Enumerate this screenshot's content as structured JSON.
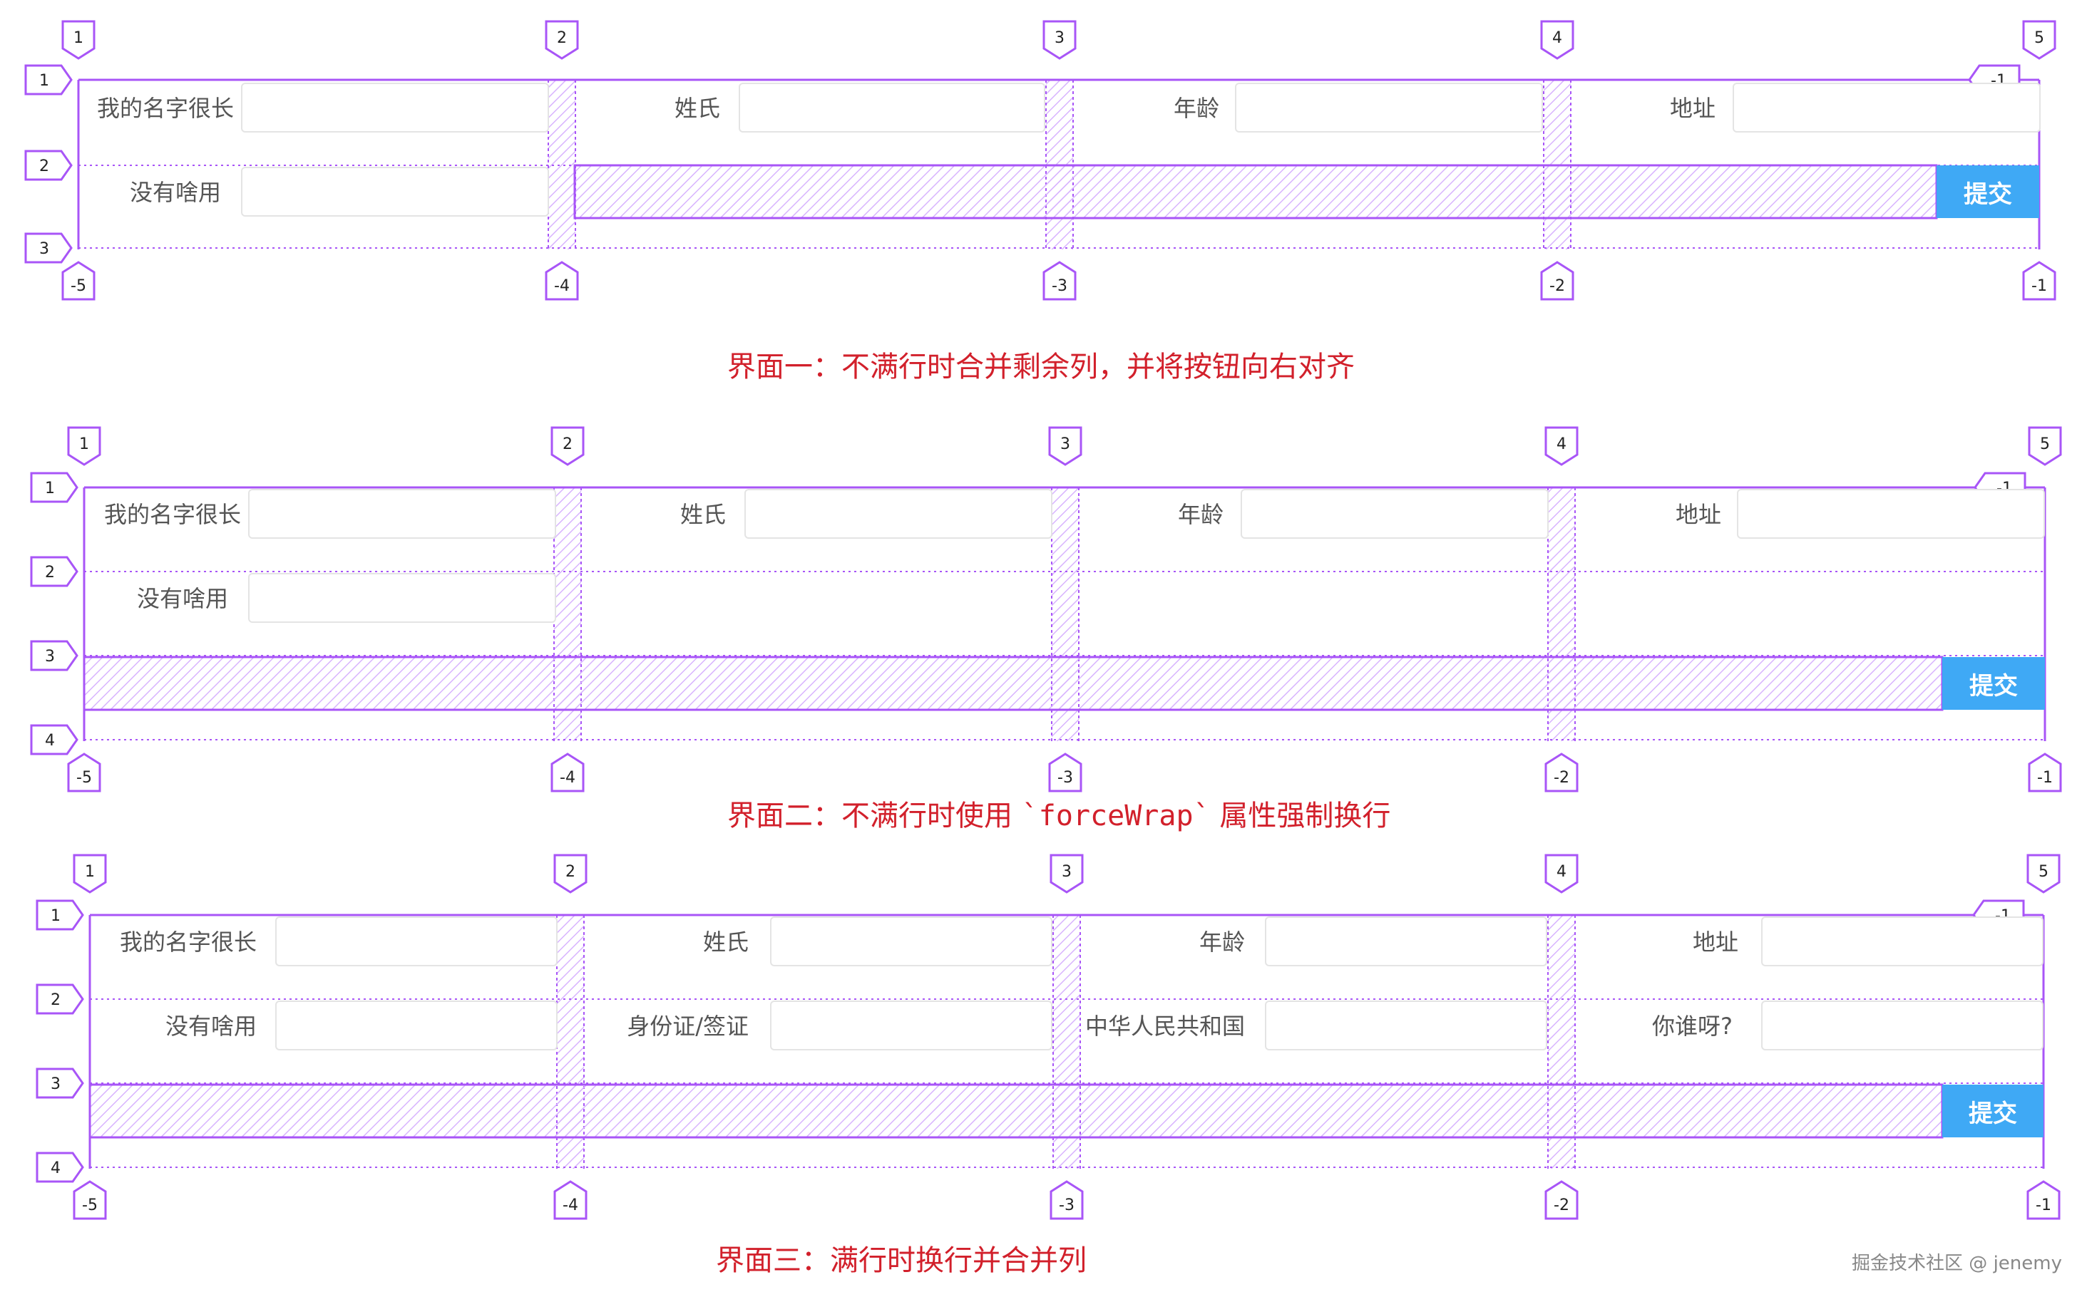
{
  "panels": [
    {
      "caption": "界面一：不满行时合并剩余列，并将按钮向右对齐",
      "col_lines_top": [
        "1",
        "2",
        "3",
        "4",
        "5"
      ],
      "col_lines_bottom": [
        "-5",
        "-4",
        "-3",
        "-2",
        "-1"
      ],
      "row_lines_left": [
        "1",
        "2",
        "3"
      ],
      "row_line_right": "-1",
      "fields": [
        {
          "label": "我的名字很长",
          "value": ""
        },
        {
          "label": "姓氏",
          "value": ""
        },
        {
          "label": "年龄",
          "value": ""
        },
        {
          "label": "地址",
          "value": ""
        },
        {
          "label": "没有啥用",
          "value": ""
        }
      ],
      "submit_label": "提交"
    },
    {
      "caption_before": "界面二：不满行时使用 ",
      "caption_code": "`forceWrap`",
      "caption_after": " 属性强制换行",
      "col_lines_top": [
        "1",
        "2",
        "3",
        "4",
        "5"
      ],
      "col_lines_bottom": [
        "-5",
        "-4",
        "-3",
        "-2",
        "-1"
      ],
      "row_lines_left": [
        "1",
        "2",
        "3",
        "4"
      ],
      "row_line_right": "-1",
      "fields": [
        {
          "label": "我的名字很长",
          "value": ""
        },
        {
          "label": "姓氏",
          "value": ""
        },
        {
          "label": "年龄",
          "value": ""
        },
        {
          "label": "地址",
          "value": ""
        },
        {
          "label": "没有啥用",
          "value": ""
        }
      ],
      "submit_label": "提交"
    },
    {
      "caption": "界面三：满行时换行并合并列",
      "col_lines_top": [
        "1",
        "2",
        "3",
        "4",
        "5"
      ],
      "col_lines_bottom": [
        "-5",
        "-4",
        "-3",
        "-2",
        "-1"
      ],
      "row_lines_left": [
        "1",
        "2",
        "3",
        "4"
      ],
      "row_line_right": "-1",
      "fields": [
        {
          "label": "我的名字很长",
          "value": ""
        },
        {
          "label": "姓氏",
          "value": ""
        },
        {
          "label": "年龄",
          "value": ""
        },
        {
          "label": "地址",
          "value": ""
        },
        {
          "label": "没有啥用",
          "value": ""
        },
        {
          "label": "身份证/签证",
          "value": ""
        },
        {
          "label": "中华人民共和国",
          "value": ""
        },
        {
          "label": "你谁呀?",
          "value": ""
        }
      ],
      "submit_label": "提交"
    }
  ],
  "footer": "掘金技术社区 @ jenemy",
  "colors": {
    "grid_line": "#a855f7",
    "hatch": "#d8b4fe",
    "submit": "#3fa9f5",
    "caption": "#d2202b"
  }
}
